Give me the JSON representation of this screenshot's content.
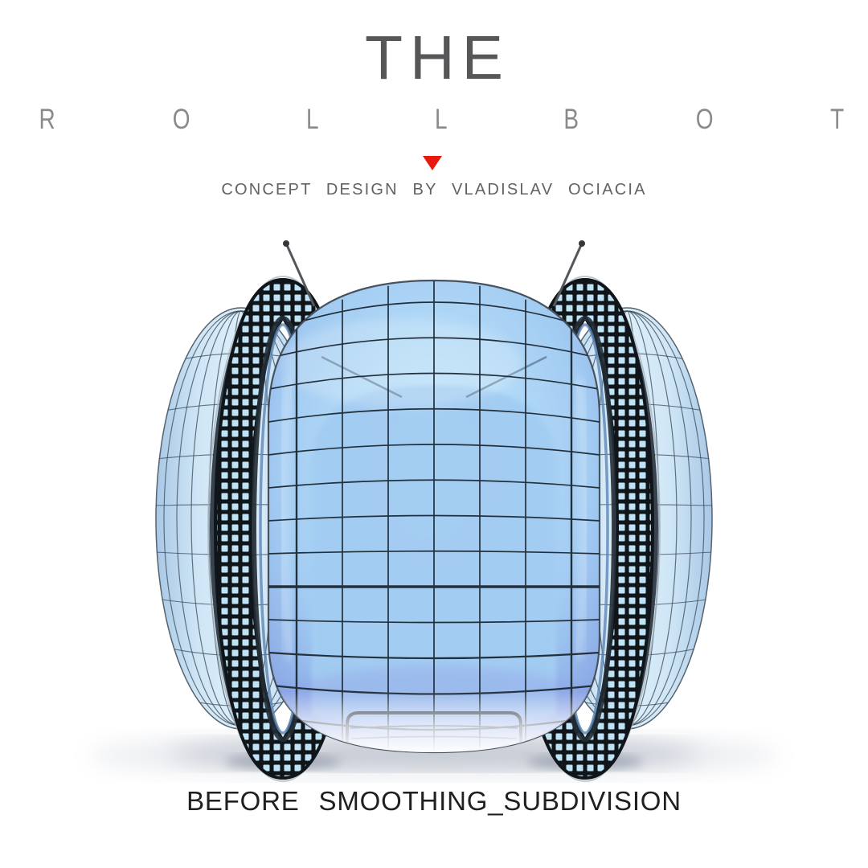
{
  "poster": {
    "title": "THE",
    "rollbot_letters": [
      "R",
      "O",
      "L",
      "L",
      "B",
      "O",
      "T"
    ],
    "marker_icon": "triangle-down",
    "subtitle": "CONCEPT DESIGN BY VLADISLAV OCIACIA",
    "caption": "BEFORE SMOOTHING_SUBDIVISION"
  },
  "colors": {
    "background": "#ffffff",
    "accent_red": "#e8190f",
    "title_gray": "#57575a",
    "rollbot_gray": "#8a8a8c",
    "subtitle_gray": "#626264",
    "caption_dark": "#202020",
    "body_blue": "#b2daf7",
    "body_blue_deep": "#8aa4e4",
    "dome_blue": "#a3ccf2",
    "cap_blue": "#e0f0fb",
    "grid_line": "#22303c",
    "tread_dark": "#10151a",
    "tread_cell": "#bfe2f4",
    "rim_gray": "#39434e",
    "shadow_gray": "#a6adbc"
  }
}
